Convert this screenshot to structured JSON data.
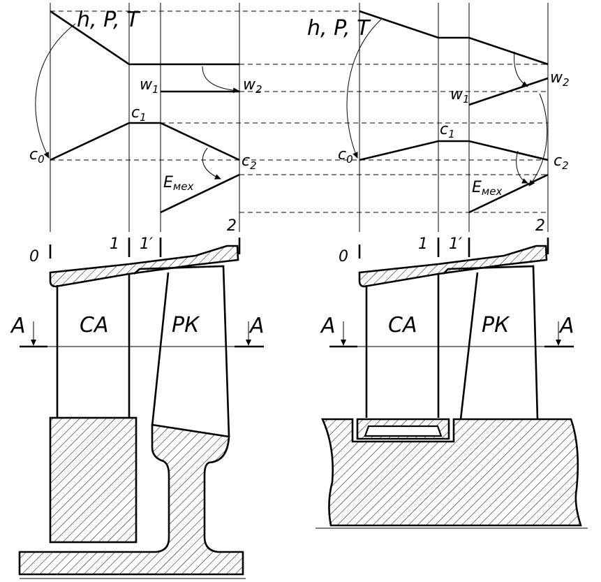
{
  "left": {
    "param_label": "h, P, T",
    "w1": "w",
    "w1_sub": "1",
    "w2": "w",
    "w2_sub": "2",
    "c1": "c",
    "c1_sub": "1",
    "c0": "c",
    "c0_sub": "0",
    "c2": "c",
    "c2_sub": "2",
    "emech": "E",
    "emech_sub": "мех",
    "sec0": "0",
    "sec1": "1",
    "sec1p": "1′",
    "sec2": "2",
    "ca": "СА",
    "rk": "РК",
    "a_left": "А",
    "a_right": "А"
  },
  "right": {
    "param_label": "h, P, T",
    "w1": "w",
    "w1_sub": "1",
    "w2": "w",
    "w2_sub": "2",
    "c1": "c",
    "c1_sub": "1",
    "c0": "c",
    "c0_sub": "0",
    "c2": "c",
    "c2_sub": "2",
    "emech": "E",
    "emech_sub": "мех",
    "sec0": "0",
    "sec1": "1",
    "sec1p": "1′",
    "sec2": "2",
    "ca": "СА",
    "rk": "РК",
    "a_left": "А",
    "a_right": "А"
  }
}
